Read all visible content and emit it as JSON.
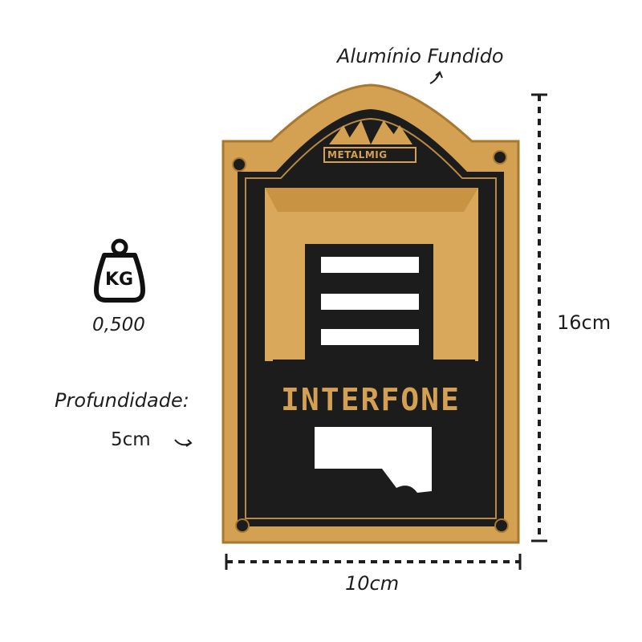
{
  "labels": {
    "material": "Alumínio Fundido",
    "weight": "0,500",
    "weight_unit_icon_text": "KG",
    "depth_label": "Profundidade:",
    "depth_value": "5cm",
    "height": "16cm",
    "width": "10cm"
  },
  "product": {
    "brand": "METALMIG",
    "plate_text": "INTERFONE",
    "colors": {
      "gold": "#d4a052",
      "gold_shadow": "#a97830",
      "black": "#1c1c1c"
    }
  },
  "icons": [
    "weight-icon",
    "arrow-curve-icon",
    "dimension-line-icon"
  ]
}
